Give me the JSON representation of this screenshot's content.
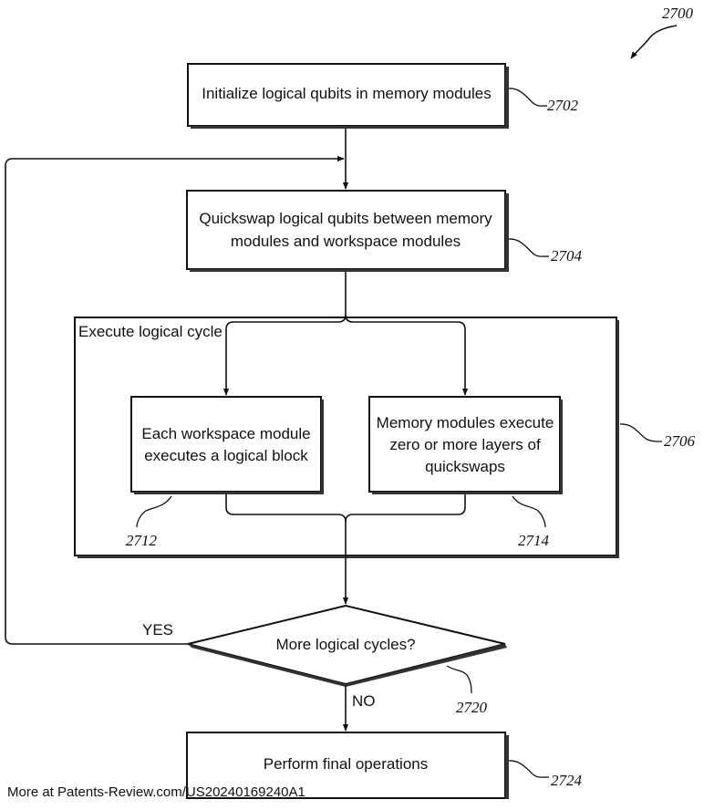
{
  "figure": {
    "number": "2700"
  },
  "steps": {
    "init": {
      "text": "Initialize logical qubits in memory modules",
      "ref": "2702"
    },
    "quickswap": {
      "lines": [
        "Quickswap logical qubits between memory",
        "modules and workspace modules"
      ],
      "ref": "2704"
    },
    "cycle": {
      "title": "Execute logical cycle",
      "ref": "2706"
    },
    "workspace": {
      "lines": [
        "Each workspace module",
        "executes a logical block"
      ],
      "ref": "2712"
    },
    "memory": {
      "lines": [
        "Memory modules execute",
        "zero or more layers of",
        "quickswaps"
      ],
      "ref": "2714"
    },
    "decision": {
      "text": "More logical cycles?",
      "ref": "2720",
      "yes_label": "YES",
      "no_label": "NO"
    },
    "final": {
      "text": "Perform final operations",
      "ref": "2724"
    }
  },
  "footer": {
    "text": "More at Patents-Review.com/US20240169240A1"
  }
}
